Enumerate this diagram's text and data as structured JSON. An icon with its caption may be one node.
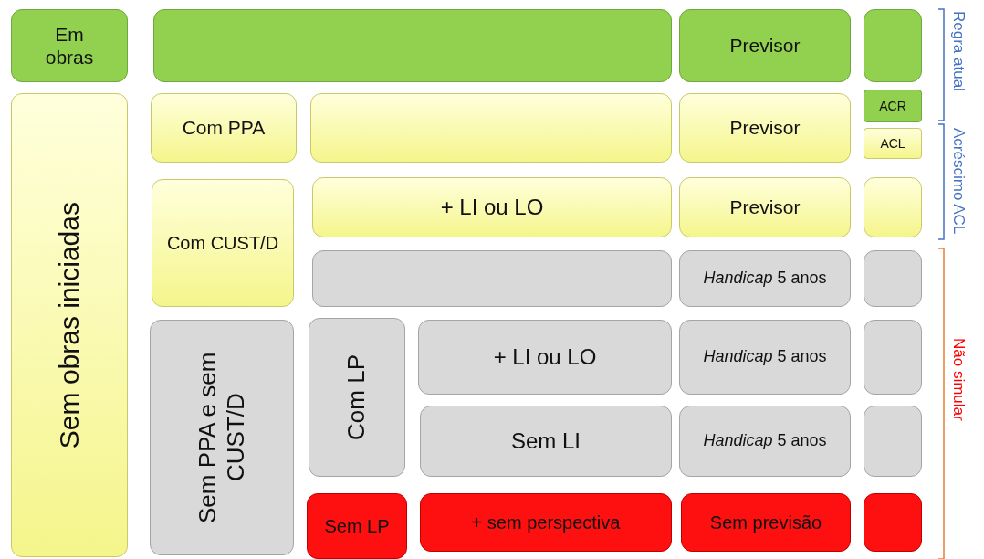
{
  "diagram": {
    "nodes": [
      {
        "text": [
          "Em obras"
        ]
      },
      {
        "text": [],
        "shape": "box"
      },
      {
        "text": [
          "Previsor"
        ]
      },
      {
        "text": [],
        "shape": "box"
      },
      {
        "text": [
          "Sem obras iniciadas"
        ]
      },
      {
        "text": [
          "Com PPA"
        ]
      },
      {
        "text": [],
        "shape": "box"
      },
      {
        "text": [
          "Previsor"
        ]
      },
      {
        "text": [
          "ACR"
        ]
      },
      {
        "text": [
          "ACL"
        ]
      },
      {
        "text": [
          "Com CUST/D"
        ]
      },
      {
        "text": [
          "+ LI ou LO"
        ]
      },
      {
        "text": [
          "Previsor"
        ]
      },
      {
        "text": [],
        "shape": "box"
      },
      {
        "text": [],
        "shape": "box"
      },
      {
        "text": [
          "*Handicap* 5 anos"
        ]
      },
      {
        "text": [],
        "shape": "box"
      },
      {
        "text": [
          "Sem PPA e sem CUST/D"
        ]
      },
      {
        "text": [
          "Com LP"
        ]
      },
      {
        "text": [
          "+ LI ou LO"
        ]
      },
      {
        "text": [
          "*Handicap* 5 anos"
        ]
      },
      {
        "text": [],
        "shape": "box"
      },
      {
        "text": [
          "Sem LI"
        ]
      },
      {
        "text": [
          "*Handicap* 5 anos"
        ]
      },
      {
        "text": [],
        "shape": "box"
      },
      {
        "text": [
          "Sem LP"
        ]
      },
      {
        "text": [
          "+ sem perspectiva"
        ]
      },
      {
        "text": [
          "Sem previsão"
        ]
      },
      {
        "text": [],
        "shape": "box"
      }
    ],
    "edges": [],
    "labels": [
      "Regra atual",
      "Acréscimo ACL",
      "Não simular"
    ]
  }
}
